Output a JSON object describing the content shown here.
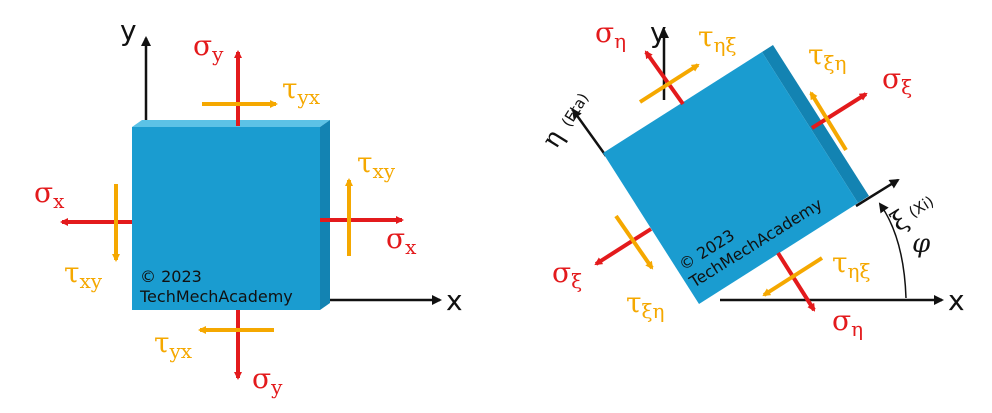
{
  "colors": {
    "normal_stress": "#e31a1c",
    "shear_stress": "#f5a800",
    "block_front": "#1a9cd0",
    "block_top": "#5cc2e6",
    "block_side": "#1383b2",
    "axis": "#111111"
  },
  "left": {
    "axis_x": "x",
    "axis_y": "y",
    "sigma_y_top": "σ",
    "sigma_y_top_sub": "y",
    "tau_yx_top": "τ",
    "tau_yx_top_sub": "yx",
    "tau_xy_right": "τ",
    "tau_xy_right_sub": "xy",
    "sigma_x_right": "σ",
    "sigma_x_right_sub": "x",
    "sigma_x_left": "σ",
    "sigma_x_left_sub": "x",
    "tau_xy_left": "τ",
    "tau_xy_left_sub": "xy",
    "tau_yx_bottom": "τ",
    "tau_yx_bottom_sub": "yx",
    "sigma_y_bottom": "σ",
    "sigma_y_bottom_sub": "y",
    "copyright": "© 2023",
    "brand": "TechMechAcademy"
  },
  "right": {
    "axis_x": "x",
    "axis_y": "y",
    "eta_axis": "η",
    "eta_name": "(Eta)",
    "xi_axis": "ξ",
    "xi_name": "(Xi)",
    "angle": "φ",
    "sigma_eta_top": "σ",
    "sigma_eta_top_sub": "η",
    "tau_etaxi_top": "τ",
    "tau_etaxi_top_sub": "ηξ",
    "tau_xieta_right": "τ",
    "tau_xieta_right_sub": "ξη",
    "sigma_xi_right": "σ",
    "sigma_xi_right_sub": "ξ",
    "sigma_xi_left": "σ",
    "sigma_xi_left_sub": "ξ",
    "tau_xieta_left": "τ",
    "tau_xieta_left_sub": "ξη",
    "tau_etaxi_bottom": "τ",
    "tau_etaxi_bottom_sub": "ηξ",
    "sigma_eta_bottom": "σ",
    "sigma_eta_bottom_sub": "η",
    "copyright": "© 2023",
    "brand": "TechMechAcademy"
  }
}
